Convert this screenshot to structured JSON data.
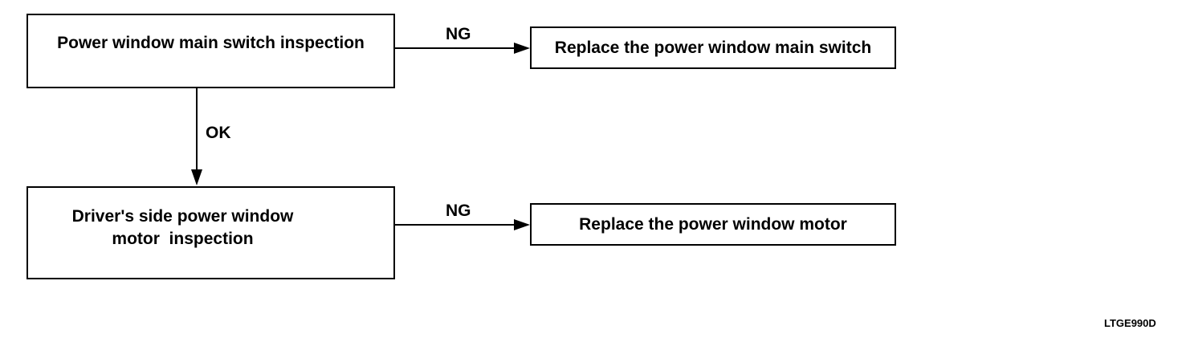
{
  "flowchart": {
    "steps": [
      {
        "text": "Power window main switch inspection"
      },
      {
        "line1": "Driver's side power window",
        "line2": "motor  inspection"
      }
    ],
    "outcomes": [
      {
        "text": "Replace the power window main switch"
      },
      {
        "text": "Replace the power window motor"
      }
    ],
    "edges": {
      "ng_1": "NG",
      "ok": "OK",
      "ng_2": "NG"
    }
  },
  "figure_code": "LTGE990D"
}
